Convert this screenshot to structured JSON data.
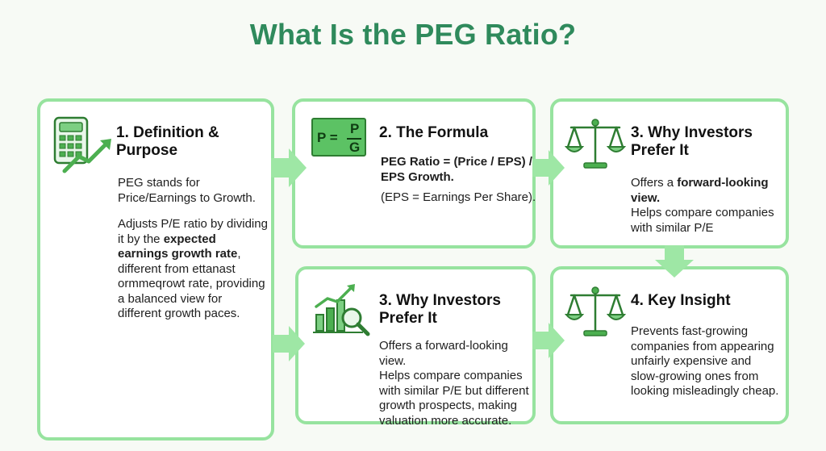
{
  "title": "What Is the PEG Ratio?",
  "cards": [
    {
      "title_line1": "1. Definition &",
      "title_line2": "Purpose",
      "icon": "calculator-growth-icon",
      "p1_line1": "PEG stands for",
      "p1_line2": "Price/Earnings to Growth.",
      "p2_line1": "Adjusts P/E ratio by dividing",
      "p2_line2": "it by the ",
      "p2_bold1": "expected",
      "p2_bold2": "earnings growth rate",
      "p2_after_bold": ",",
      "p2_line4": "different from ettanast",
      "p2_line5": "ormmeqrowt rate, providing",
      "p2_line6": "a balanced view for",
      "p2_line7": "different growth paces."
    },
    {
      "title": "2. The Formula",
      "icon_text": "P = ",
      "icon_num": "P",
      "icon_den": "G",
      "icon": "peg-formula-icon",
      "formula_line1": "PEG Ratio = (Price / EPS) /",
      "formula_line2": "EPS Growth.",
      "note": "(EPS = Earnings Per Share)."
    },
    {
      "title_line1": "3. Why Investors",
      "title_line2": "Prefer It",
      "icon": "balance-scale-icon",
      "p_pre": "Offers a ",
      "p_bold1": "forward-looking",
      "p_bold2": "view.",
      "p_line3": "Helps compare companies",
      "p_line4": "with similar P/E"
    },
    {
      "title_line1": "3. Why Investors",
      "title_line2": "Prefer It",
      "icon": "bar-chart-magnifier-icon",
      "lines": [
        "Offers a forward-looking view.",
        "Helps compare companies",
        "with similar P/E but different",
        "growth prospects, making",
        "valuation more accurate."
      ]
    },
    {
      "title": "4. Key Insight",
      "icon": "balance-scale-icon",
      "lines": [
        "Prevents fast-growing",
        "companies from appearing",
        "unfairly expensive and",
        "slow-growing ones from",
        "looking misleadingly cheap."
      ]
    }
  ],
  "colors": {
    "title": "#2f8a5c",
    "border": "#97e39f",
    "arrow": "#9ee7a5",
    "icon_fill": "#4caf50",
    "icon_dark": "#2e7d32"
  }
}
